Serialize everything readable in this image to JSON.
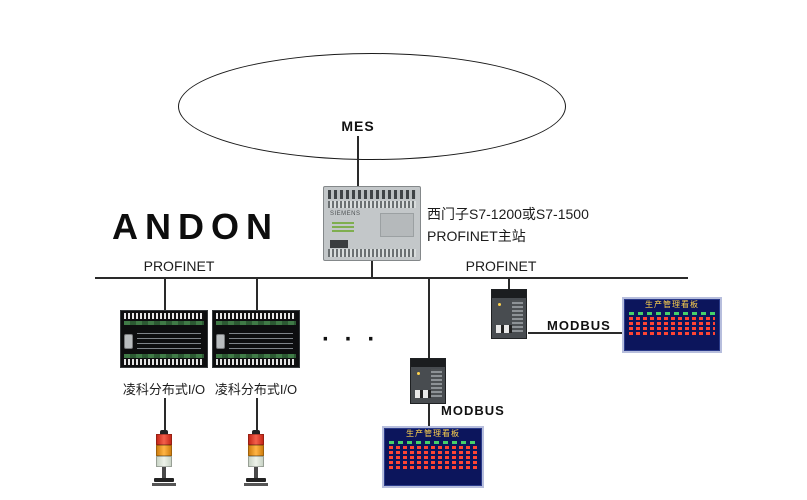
{
  "diagram": {
    "mes": "MES",
    "andon": "ANDON",
    "plc_brand": "SIEMENS",
    "plc": {
      "line1": "西门子S7-1200或S7-1500",
      "line2": "PROFINET主站"
    },
    "bus": {
      "left": "PROFINET",
      "right": "PROFINET"
    },
    "io_labels": [
      "凌科分布式I/O",
      "凌科分布式I/O"
    ],
    "ellipsis": "· · ·",
    "modbus": [
      "MODBUS",
      "MODBUS"
    ],
    "boards": [
      {
        "title": "生产管理看板"
      },
      {
        "title": "生产管理看板"
      }
    ]
  }
}
